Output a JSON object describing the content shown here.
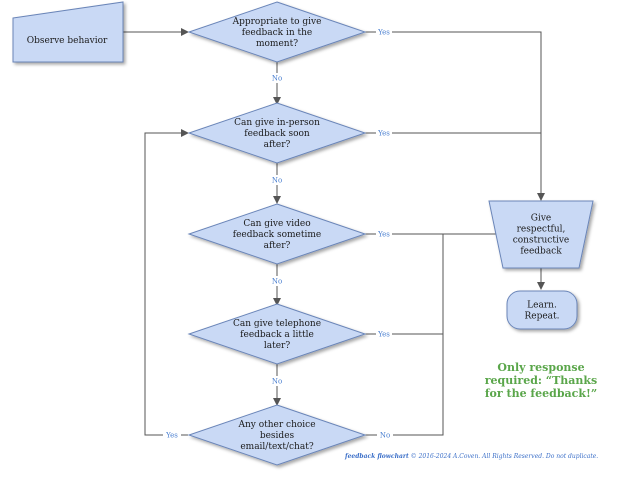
{
  "nodes": {
    "observe": [
      "Observe behavior"
    ],
    "q1": [
      "Appropriate to give",
      "feedback in the",
      "moment?"
    ],
    "q2": [
      "Can give in-person",
      "feedback soon",
      "after?"
    ],
    "q3": [
      "Can give video",
      "feedback sometime",
      "after?"
    ],
    "q4": [
      "Can give telephone",
      "feedback a little",
      "later?"
    ],
    "q5": [
      "Any other choice",
      "besides",
      "email/text/chat?"
    ],
    "give": [
      "Give",
      "respectful,",
      "constructive",
      "feedback"
    ],
    "learn": [
      "Learn.",
      "Repeat."
    ]
  },
  "edge_labels": {
    "q1_yes": "Yes",
    "q1_no": "No",
    "q2_yes": "Yes",
    "q2_no": "No",
    "q3_yes": "Yes",
    "q3_no": "No",
    "q4_yes": "Yes",
    "q4_no": "No",
    "q5_yes": "Yes",
    "q5_no": "No"
  },
  "note": [
    "Only response",
    "required: “Thanks",
    "for the feedback!”"
  ],
  "footer": {
    "title": "feedback flowchart",
    "rights": " © 2016-2024 A.Coven. All Rights Reserved. Do not duplicate."
  },
  "colors": {
    "shape_fill": "#c9d9f5",
    "shape_stroke": "#6a85b8",
    "line": "#555555",
    "edge_label": "#4a7fd0",
    "note": "#5aa64a"
  }
}
